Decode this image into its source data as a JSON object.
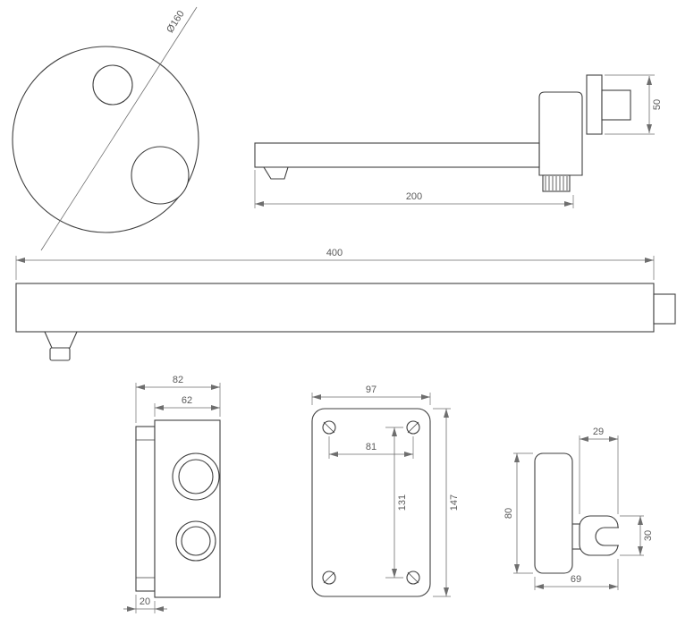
{
  "drawing": {
    "title": "shower-set-technical-drawing",
    "background": "#ffffff",
    "line_color": "#3f3f3f",
    "dim_color": "#6e6e6e",
    "text_color": "#5a5a5a"
  },
  "dimensions": {
    "plate_diameter": "Ø160",
    "spout_length": "200",
    "spout_wall_height": "50",
    "arm_length": "400",
    "valve_width": "82",
    "valve_inner_width": "62",
    "valve_depth": "20",
    "backplate_width": "97",
    "backplate_hole_spacing_x": "81",
    "backplate_hole_spacing_y": "131",
    "backplate_height": "147",
    "holder_top_width": "29",
    "holder_height": "80",
    "holder_clip_height": "30",
    "holder_bottom_width": "69"
  }
}
